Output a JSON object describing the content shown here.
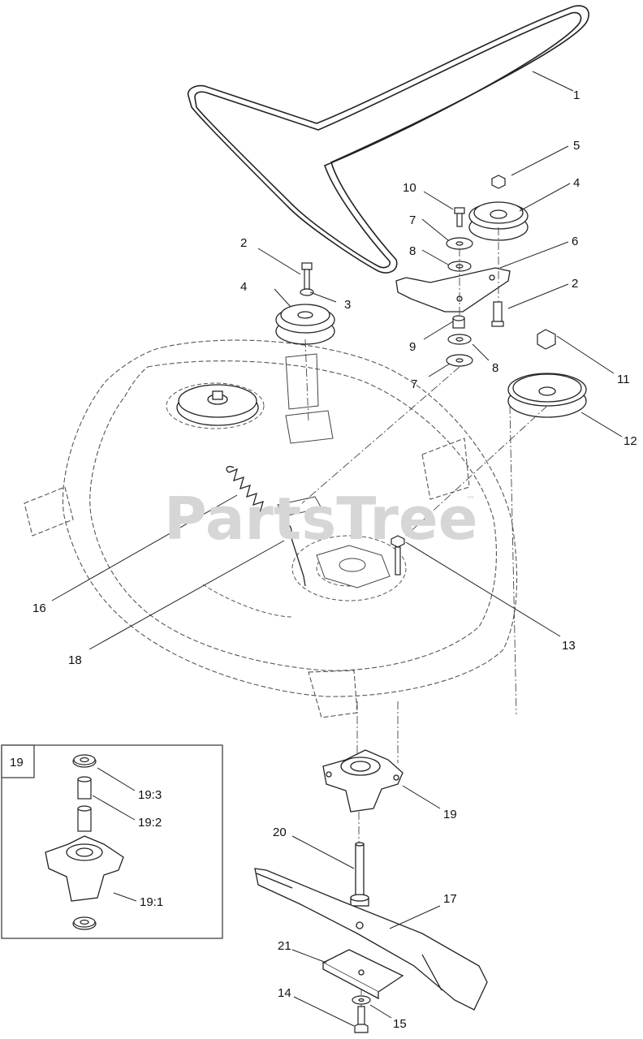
{
  "watermark": {
    "text": "PartsTree",
    "tm": "™"
  },
  "inset": {
    "label": "19"
  },
  "callouts": {
    "c1": "1",
    "c2a": "2",
    "c2b": "2",
    "c3": "3",
    "c4a": "4",
    "c4b": "4",
    "c5": "5",
    "c6": "6",
    "c7a": "7",
    "c7b": "7",
    "c8a": "8",
    "c8b": "8",
    "c9": "9",
    "c10": "10",
    "c11": "11",
    "c12": "12",
    "c13": "13",
    "c14": "14",
    "c15": "15",
    "c16": "16",
    "c17": "17",
    "c18": "18",
    "c19": "19",
    "c20": "20",
    "c21": "21",
    "c19_1": "19:1",
    "c19_2": "19:2",
    "c19_3": "19:3"
  }
}
